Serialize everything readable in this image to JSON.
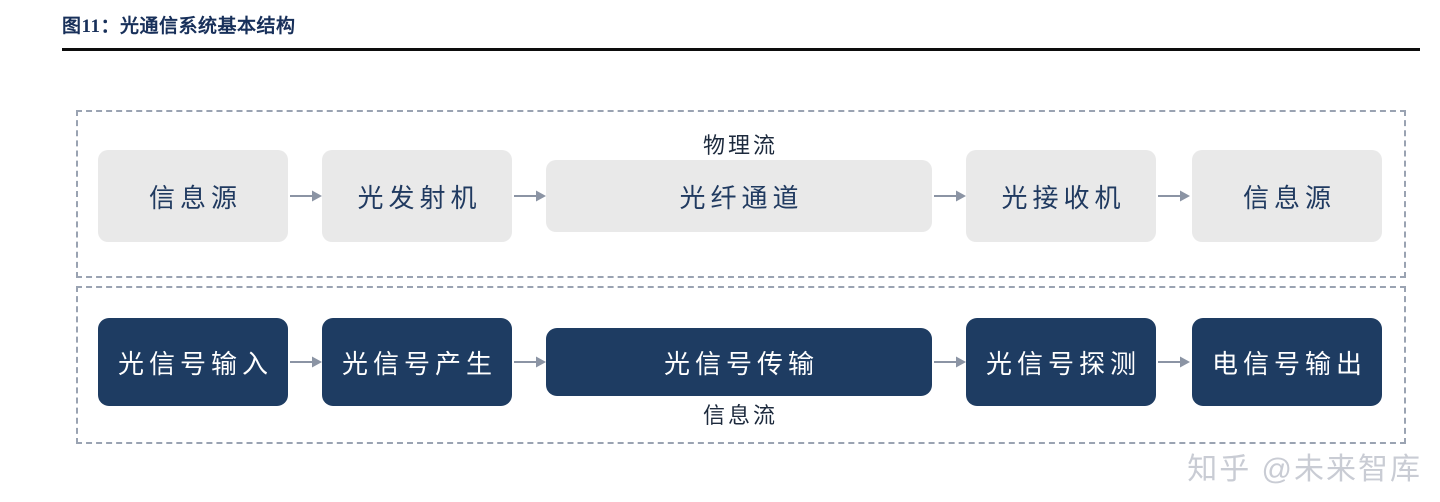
{
  "figure": {
    "title": "图11：光通信系统基本结构"
  },
  "groups": {
    "physical": {
      "caption": "物理流",
      "nodes": [
        {
          "label": "信息源",
          "style": "gray"
        },
        {
          "label": "光发射机",
          "style": "gray"
        },
        {
          "label": "光纤通道",
          "style": "gray"
        },
        {
          "label": "光接收机",
          "style": "gray"
        },
        {
          "label": "信息源",
          "style": "gray"
        }
      ]
    },
    "information": {
      "caption": "信息流",
      "nodes": [
        {
          "label": "光信号输入",
          "style": "navy"
        },
        {
          "label": "光信号产生",
          "style": "navy"
        },
        {
          "label": "光信号传输",
          "style": "navy"
        },
        {
          "label": "光信号探测",
          "style": "navy"
        },
        {
          "label": "电信号输出",
          "style": "navy"
        }
      ]
    }
  },
  "arrows": {
    "icon": "arrow-right-icon",
    "color": "#8b94a4",
    "count_per_row": 4
  },
  "watermark": {
    "text": "知乎 @未来智库"
  },
  "colors": {
    "title_text": "#18305a",
    "title_rule": "#0d0d0d",
    "dashed_border": "#9aa3b2",
    "node_gray_bg": "#e9e9e9",
    "node_gray_text": "#203a60",
    "node_navy_bg": "#1e3c62",
    "node_navy_text": "#ffffff",
    "caption_text": "#1d2a3d",
    "watermark_text": "#c9ccd4",
    "page_background": "#ffffff"
  }
}
